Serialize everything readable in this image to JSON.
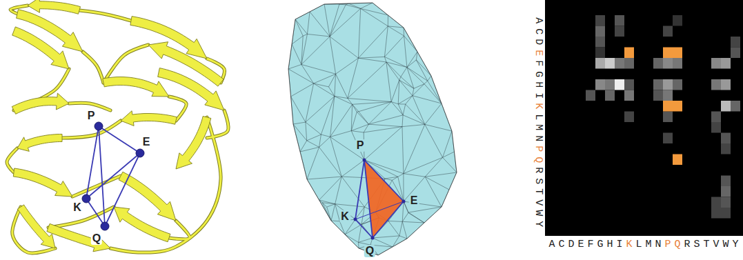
{
  "diagram": {
    "labels": [
      "P",
      "E",
      "K",
      "Q",
      "P",
      "E",
      "K",
      "Q",
      "ACDEFGHIKLMNPQRSTVWY",
      "ACDEFGHIKLMNPQRSTVWY"
    ]
  }
}
